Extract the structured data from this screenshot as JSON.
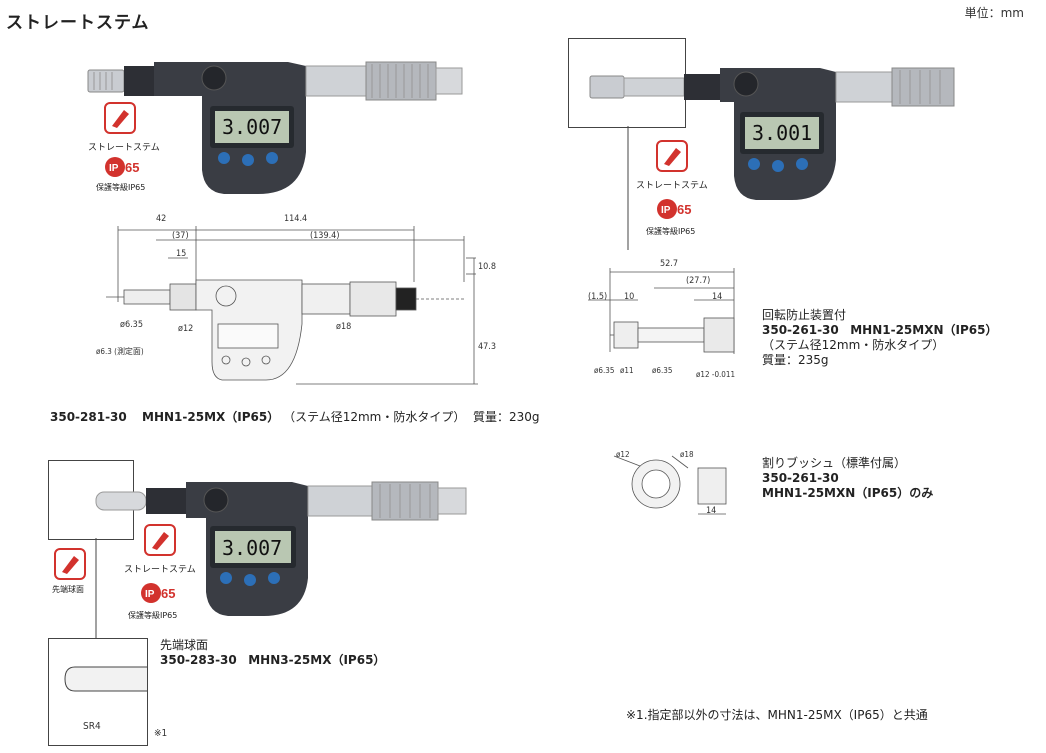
{
  "header": {
    "title": "ストレートステム",
    "unit": "単位：mm"
  },
  "badges": {
    "straight_stem": "ストレートステム",
    "ip65": "IP65",
    "ip65_caption": "保護等級IP65",
    "spherical_tip": "先端球面"
  },
  "displays": {
    "lcd_main": "3.007",
    "lcd_right": "3.001",
    "lcd_bottom": "3.007"
  },
  "top_left": {
    "caption_code": "350-281-30",
    "caption_model": "MHN1-25MX（IP65）",
    "caption_spec": "（ステム径12mm・防水タイプ）",
    "caption_mass": "質量：230g",
    "dims": {
      "d42": "42",
      "d1144": "114.4",
      "d37": "(37)",
      "d1394": "(139.4)",
      "d15": "15",
      "d108": "10.8",
      "d635": "ø6.35",
      "d63": "ø6.3 (測定面)",
      "d12": "ø12",
      "d18": "ø18",
      "d473": "47.3"
    }
  },
  "right_variant": {
    "label": "回転防止装置付",
    "code": "350-261-30",
    "model": "MHN1-25MXN（IP65）",
    "spec": "（ステム径12mm・防水タイプ）",
    "mass": "質量：235g",
    "dims": {
      "d527": "52.7",
      "d277": "(27.7)",
      "d15": "(1.5)",
      "d10": "10",
      "d14": "14",
      "d635a": "ø6.35",
      "d11": "ø11",
      "d635b": "ø6.35",
      "d12": "ø12 -0.011"
    }
  },
  "split_bush": {
    "label": "割りブッシュ（標準付属）",
    "code": "350-261-30",
    "model": "MHN1-25MXN（IP65）のみ",
    "dims": {
      "d12": "ø12",
      "d18": "ø18",
      "d14": "14"
    }
  },
  "bottom_left": {
    "label": "先端球面",
    "code": "350-283-30",
    "model": "MHN3-25MX（IP65）",
    "sr": "SR4",
    "note_mark": "※1"
  },
  "footnote": "※1.指定部以外の寸法は、MHN1-25MX（IP65）と共通",
  "colors": {
    "accent_red": "#d2322d",
    "body_dark": "#3a3d44",
    "lcd_green": "#b9c7b2",
    "button_blue": "#2c6fb7"
  }
}
